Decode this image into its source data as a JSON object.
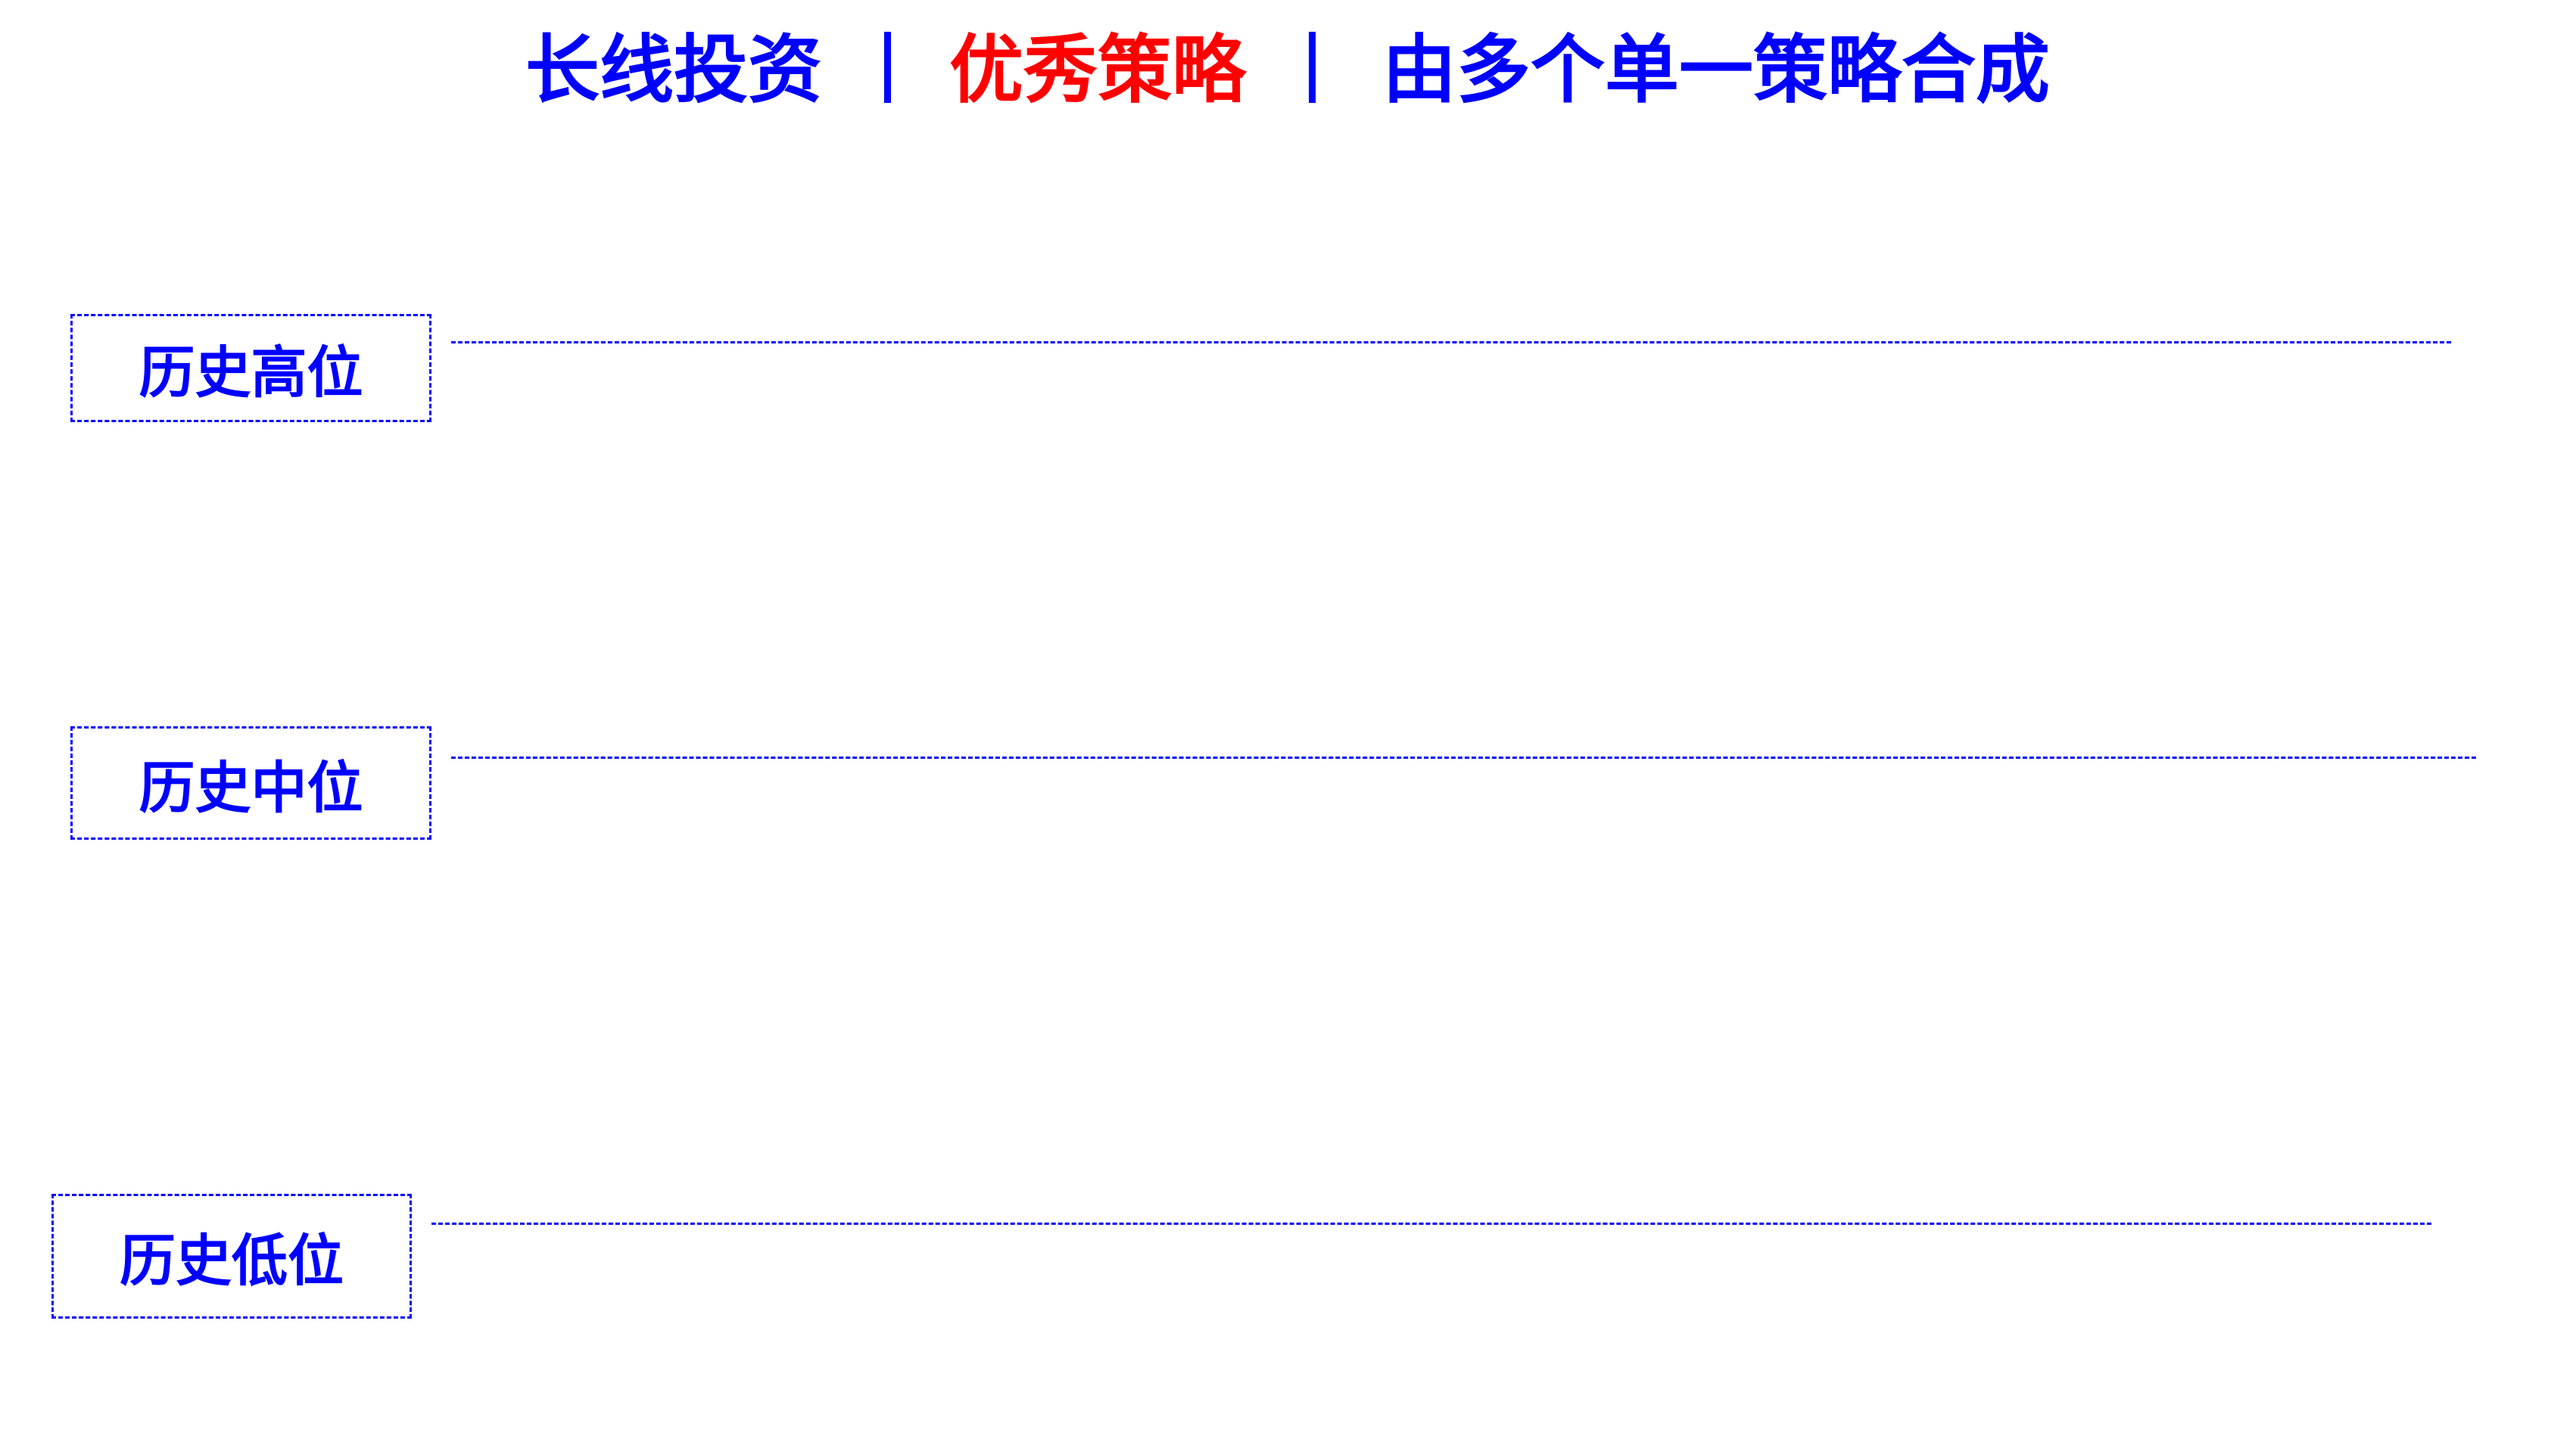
{
  "colors": {
    "blue": "#0000FF",
    "red": "#FF0000",
    "background": "#FFFFFF"
  },
  "title": {
    "segment_1": "长线投资",
    "separator_1": "|",
    "segment_2": "优秀策略",
    "separator_2": "|",
    "segment_3": "由多个单一策略合成"
  },
  "levels": [
    {
      "label": "历史高位"
    },
    {
      "label": "历史中位"
    },
    {
      "label": "历史低位"
    }
  ]
}
